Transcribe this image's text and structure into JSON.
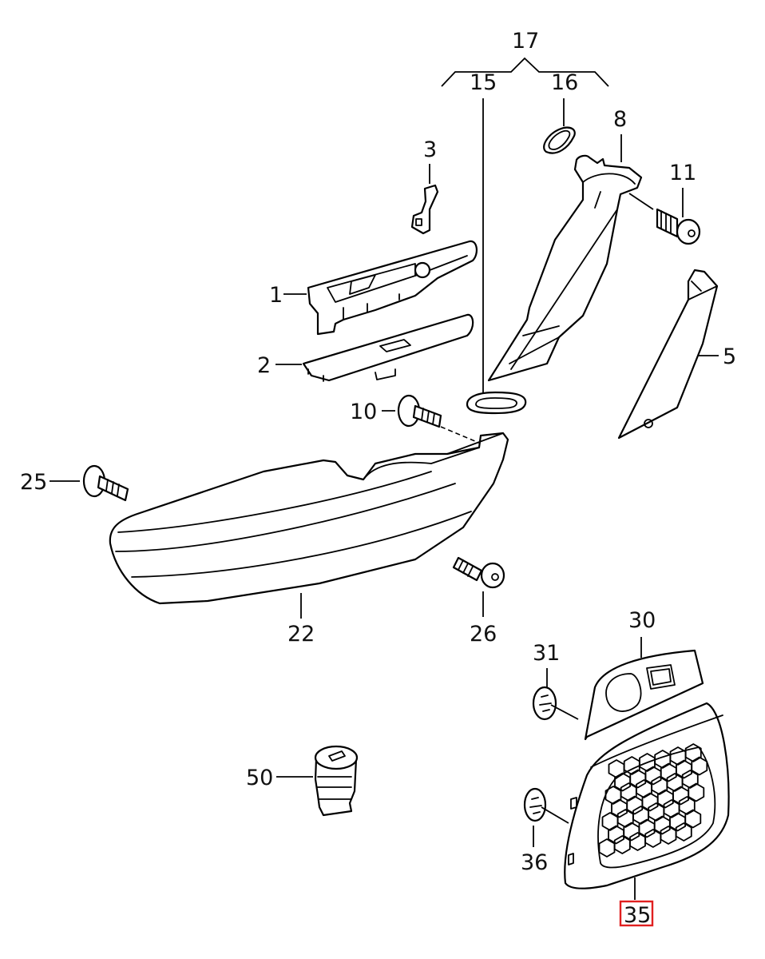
{
  "diagram": {
    "type": "exploded-parts-view",
    "highlight_color": "#e02020",
    "selected_part": "35",
    "group": {
      "label": "17",
      "members": [
        "15",
        "16"
      ]
    },
    "parts": [
      {
        "id": "p1",
        "label": "1",
        "name": "window-switch-unit"
      },
      {
        "id": "p2",
        "label": "2",
        "name": "switch-trim-panel"
      },
      {
        "id": "p3",
        "label": "3",
        "name": "retaining-clip"
      },
      {
        "id": "p5",
        "label": "5",
        "name": "trim-strip"
      },
      {
        "id": "p8",
        "label": "8",
        "name": "door-pull-handle"
      },
      {
        "id": "p10",
        "label": "10",
        "name": "screw"
      },
      {
        "id": "p11",
        "label": "11",
        "name": "screw"
      },
      {
        "id": "p15",
        "label": "15",
        "name": "seal"
      },
      {
        "id": "p16",
        "label": "16",
        "name": "seal-ring"
      },
      {
        "id": "p17",
        "label": "17",
        "name": "seal-set"
      },
      {
        "id": "p22",
        "label": "22",
        "name": "armrest"
      },
      {
        "id": "p25",
        "label": "25",
        "name": "screw"
      },
      {
        "id": "p26",
        "label": "26",
        "name": "screw"
      },
      {
        "id": "p30",
        "label": "30",
        "name": "speaker-cover-upper"
      },
      {
        "id": "p31",
        "label": "31",
        "name": "clip"
      },
      {
        "id": "p35",
        "label": "35",
        "name": "speaker-grille"
      },
      {
        "id": "p36",
        "label": "36",
        "name": "clip"
      },
      {
        "id": "p50",
        "label": "50",
        "name": "lock-cylinder-cap"
      }
    ]
  }
}
